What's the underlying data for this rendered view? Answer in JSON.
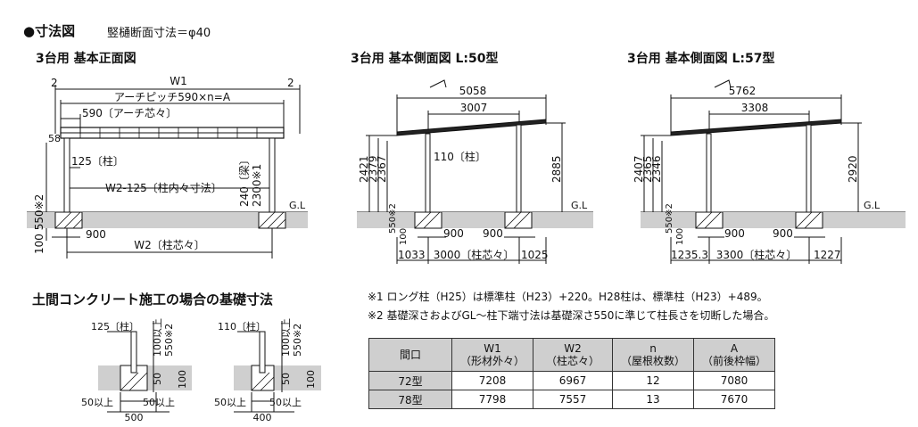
{
  "header": {
    "title": "●寸法図",
    "subtitle": "竪樋断面寸法＝φ40"
  },
  "front": {
    "title": "3台用 基本正面図",
    "labels": {
      "w1": "W1",
      "edge_left": "2",
      "edge_right": "2",
      "arch_pitch": "アーチピッチ590×n=A",
      "arch_core": "590〔アーチ芯々〕",
      "h58": "58",
      "post_125": "125〔柱〕",
      "inner": "W2-125〔柱内々寸法〕",
      "beam": "240〔梁〕",
      "h2300": "2300※1",
      "gl": "G.L",
      "found_depth": "100 550※2",
      "w900": "900",
      "w2": "W2〔柱芯々〕"
    }
  },
  "side50": {
    "title": "3台用 基本側面図 L:50型",
    "labels": {
      "len": "5058",
      "pitch": "3007",
      "post": "110〔柱〕",
      "h2421": "2421",
      "h2379": "2379",
      "h2367": "2367",
      "h2885": "2885",
      "gl": "G.L",
      "d550": "550※2",
      "d100": "100",
      "f900a": "900",
      "f900b": "900",
      "o1033": "1033",
      "core": "3000〔柱芯々〕",
      "o1025": "1025"
    }
  },
  "side57": {
    "title": "3台用 基本側面図 L:57型",
    "labels": {
      "len": "5762",
      "pitch": "3308",
      "h2407": "2407",
      "h2365": "2365",
      "h2346": "2346",
      "h2920": "2920",
      "gl": "G.L",
      "d550": "550※2",
      "d100": "100",
      "f900a": "900",
      "f900b": "900",
      "o1235": "1235.3",
      "core": "3300〔柱芯々〕",
      "o1227": "1227"
    }
  },
  "foundation": {
    "title": "土間コンクリート施工の場合の基礎寸法",
    "left": {
      "post": "125〔柱〕",
      "d100": "100以上",
      "d550": "550※2",
      "h50": "50",
      "h100": "100",
      "m_left": "50以上",
      "m_right": "50以上",
      "width": "500"
    },
    "right": {
      "post": "110〔柱〕",
      "d100": "100以上",
      "d550": "550※2",
      "h50": "50",
      "h100": "100",
      "m_left": "50以上",
      "m_right": "50以上",
      "width": "400"
    }
  },
  "notes": [
    "※1 ロング柱（H25）は標準柱（H23）+220。H28柱は、標準柱（H23）+489。",
    "※2 基礎深さおよびGL～柱下端寸法は基礎深さ550に準じて柱長さを切断した場合。"
  ],
  "table": {
    "headers": [
      [
        "間口",
        ""
      ],
      [
        "W1",
        "（形材外々）"
      ],
      [
        "W2",
        "（柱芯々）"
      ],
      [
        "n",
        "（屋根枚数）"
      ],
      [
        "A",
        "（前後枠幅）"
      ]
    ],
    "rows": [
      [
        "72型",
        "7208",
        "6967",
        "12",
        "7080"
      ],
      [
        "78型",
        "7798",
        "7557",
        "13",
        "7670"
      ]
    ]
  }
}
